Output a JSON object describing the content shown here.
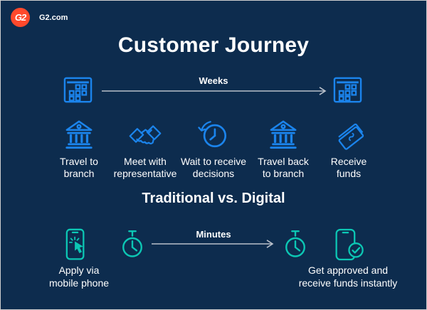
{
  "colors": {
    "background": "#0d2c4e",
    "icon_blue": "#1b84ec",
    "icon_teal": "#0cc7b4",
    "arrow_gray": "#b9c0ca",
    "logo_red": "#ff492c",
    "text": "#ffffff"
  },
  "header": {
    "logo_text": "G2",
    "site_label": "G2.com"
  },
  "title": "Customer Journey",
  "traditional": {
    "duration_label": "Weeks",
    "steps": [
      {
        "icon": "bank-icon",
        "label": "Travel to\nbranch"
      },
      {
        "icon": "handshake-icon",
        "label": "Meet with\nrepresentative"
      },
      {
        "icon": "clock-history-icon",
        "label": "Wait to receive\ndecisions"
      },
      {
        "icon": "bank-icon",
        "label": "Travel back\nto branch"
      },
      {
        "icon": "banknote-icon",
        "label": "Receive\nfunds"
      }
    ]
  },
  "divider_heading": "Traditional vs. Digital",
  "digital": {
    "duration_label": "Minutes",
    "start_label": "Apply via\nmobile phone",
    "end_label": "Get approved and\nreceive funds instantly"
  }
}
